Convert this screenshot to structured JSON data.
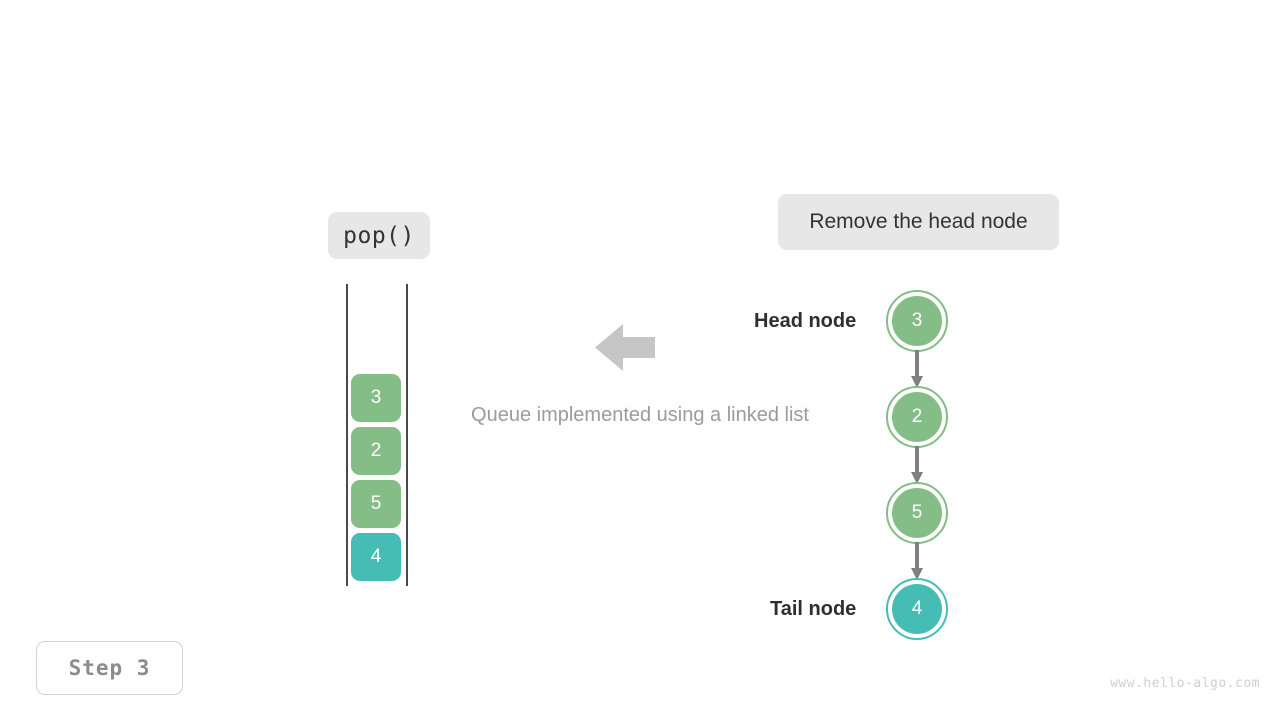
{
  "operation": {
    "label": "pop()"
  },
  "action": {
    "label": "Remove the head node"
  },
  "caption": {
    "text": "Queue implemented using a linked list"
  },
  "queue": {
    "cells": [
      {
        "value": "3",
        "color": "#84bd86"
      },
      {
        "value": "2",
        "color": "#84bd86"
      },
      {
        "value": "5",
        "color": "#84bd86"
      },
      {
        "value": "4",
        "color": "#45bdb4"
      }
    ]
  },
  "linked_list": {
    "nodes": [
      {
        "value": "3",
        "color": "#84bd86"
      },
      {
        "value": "2",
        "color": "#84bd86"
      },
      {
        "value": "5",
        "color": "#84bd86"
      },
      {
        "value": "4",
        "color": "#45bdb4"
      }
    ],
    "head_label": "Head node",
    "tail_label": "Tail node"
  },
  "step": {
    "label": "Step 3"
  },
  "watermark": {
    "text": "www.hello-algo.com"
  },
  "colors": {
    "green": "#84bd86",
    "teal": "#45bdb4",
    "pill_background": "#e7e7e7",
    "arrow_gray": "#c6c6c6",
    "link_gray": "#808080",
    "rail": "#4a4a4a"
  }
}
